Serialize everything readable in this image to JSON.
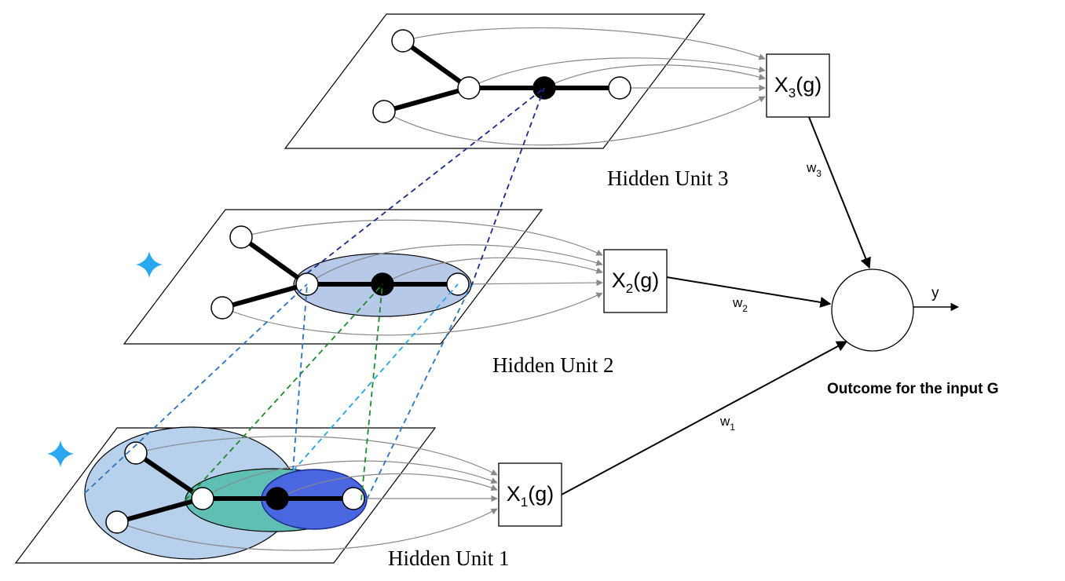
{
  "units": [
    {
      "label": "Hidden Unit 3",
      "box": {
        "main": "X",
        "sub": "3",
        "tail": "(g)"
      },
      "weight": {
        "main": "w",
        "sub": "3"
      }
    },
    {
      "label": "Hidden Unit 2",
      "box": {
        "main": "X",
        "sub": "2",
        "tail": "(g)"
      },
      "weight": {
        "main": "w",
        "sub": "2"
      }
    },
    {
      "label": "Hidden Unit 1",
      "box": {
        "main": "X",
        "sub": "1",
        "tail": "(g)"
      },
      "weight": {
        "main": "w",
        "sub": "1"
      }
    }
  ],
  "output": {
    "label": "y",
    "caption": "Outcome for the input G"
  },
  "markers": {
    "star": "sparkle-icon",
    "star_color": "#29a8f0"
  },
  "colors": {
    "edge": "#000000",
    "arrow": "#888888",
    "region_large": "#b7d0ec",
    "region_green": "#5fbfb5",
    "region_blue": "#4a66e0",
    "region_unit2": "#b7c9e8",
    "dash_navy": "#1a2a8c",
    "dash_blue": "#2a73c4",
    "dash_green": "#1e8a2a",
    "dash_cyan": "#2aa6e8"
  }
}
